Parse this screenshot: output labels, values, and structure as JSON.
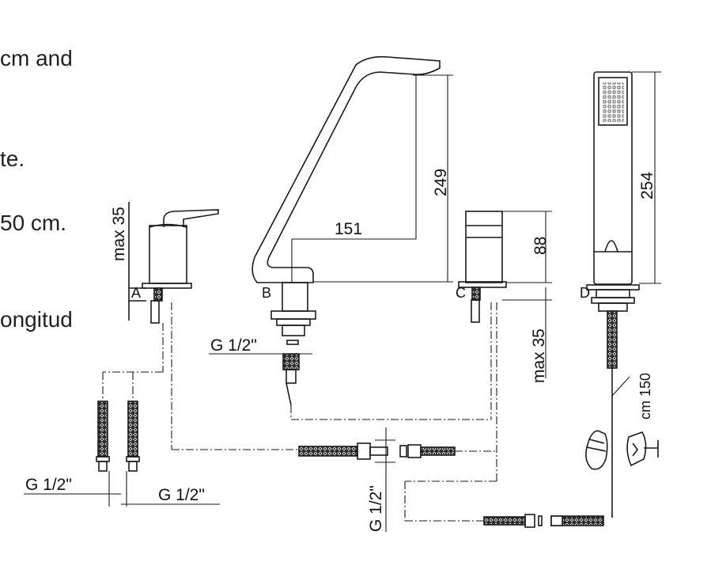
{
  "left_text": [
    "cm and",
    "te.",
    "50  cm.",
    "ongitud"
  ],
  "labels": {
    "a": "A",
    "b": "B",
    "c": "C",
    "d": "D",
    "dim_249": "249",
    "dim_151": "151",
    "dim_88": "88",
    "dim_254": "254",
    "max35_left": "max 35",
    "max35_right": "max 35",
    "g_spout": "G 1/2\"",
    "g_hose_left": "G 1/2\"",
    "g_hose_right": "G 1/2\"",
    "g_vertical": "G 1/2\"",
    "cm150": "cm 150"
  }
}
